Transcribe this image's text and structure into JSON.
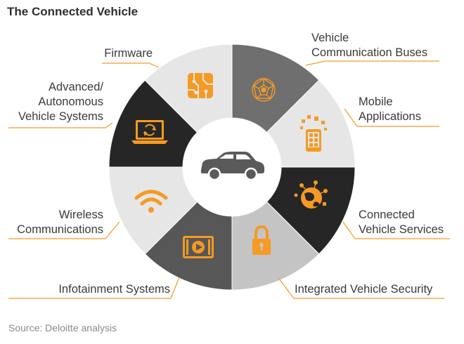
{
  "title": "The Connected Vehicle",
  "source": "Source: Deloitte analysis",
  "center": {
    "icon": "car-icon"
  },
  "segments": [
    {
      "id": "vehicle-communication-buses",
      "lines": [
        "Vehicle",
        "Communication Buses"
      ],
      "icon": "network-globe-icon",
      "fill": "#6f6f6f"
    },
    {
      "id": "mobile-applications",
      "lines": [
        "Mobile",
        "Applications"
      ],
      "icon": "mobile-apps-icon",
      "fill": "#e6e6e6"
    },
    {
      "id": "connected-vehicle-services",
      "lines": [
        "Connected",
        "Vehicle Services"
      ],
      "icon": "connected-services-globe-icon",
      "fill": "#262626"
    },
    {
      "id": "integrated-vehicle-security",
      "lines": [
        "Integrated Vehicle Security"
      ],
      "icon": "padlock-icon",
      "fill": "#c4c4c4"
    },
    {
      "id": "infotainment-systems",
      "lines": [
        "Infotainment Systems"
      ],
      "icon": "play-screen-icon",
      "fill": "#575757"
    },
    {
      "id": "wireless-communications",
      "lines": [
        "Wireless",
        "Communications"
      ],
      "icon": "wifi-icon",
      "fill": "#e6e6e6"
    },
    {
      "id": "advanced-autonomous-vehicle-systems",
      "lines": [
        "Advanced/",
        "Autonomous",
        "Vehicle Systems"
      ],
      "icon": "laptop-sync-icon",
      "fill": "#262626"
    },
    {
      "id": "firmware",
      "lines": [
        "Firmware"
      ],
      "icon": "circuit-chip-icon",
      "fill": "#e6e6e6"
    }
  ],
  "colors": {
    "accent": "#f59a23",
    "leader": "#f59a23",
    "center": "#ffffff"
  }
}
